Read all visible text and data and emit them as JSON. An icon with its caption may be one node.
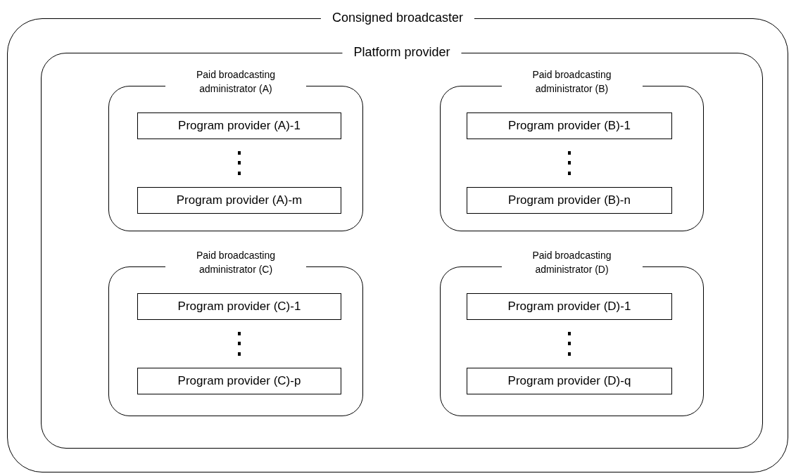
{
  "diagram": {
    "nodes": [
      {
        "text": [
          "Consigned broadcaster"
        ]
      },
      {
        "text": [
          "Platform provider"
        ],
        "in": 0
      },
      {
        "text": [
          "Paid broadcasting administrator (A)"
        ],
        "in": 1
      },
      {
        "text": [
          "Program provider (A)-1"
        ],
        "in": 2
      },
      {
        "text": [
          "Program provider (A)-m"
        ],
        "in": 2
      },
      {
        "text": [
          "Paid broadcasting administrator (B)"
        ],
        "in": 1
      },
      {
        "text": [
          "Program provider (B)-1"
        ],
        "in": 5
      },
      {
        "text": [
          "Program provider (B)-n"
        ],
        "in": 5
      },
      {
        "text": [
          "Paid broadcasting administrator (C)"
        ],
        "in": 1
      },
      {
        "text": [
          "Program provider (C)-1"
        ],
        "in": 8
      },
      {
        "text": [
          "Program provider (C)-p"
        ],
        "in": 8
      },
      {
        "text": [
          "Paid broadcasting administrator (D)"
        ],
        "in": 1
      },
      {
        "text": [
          "Program provider (D)-1"
        ],
        "in": 11
      },
      {
        "text": [
          "Program provider (D)-q"
        ],
        "in": 11
      }
    ]
  }
}
